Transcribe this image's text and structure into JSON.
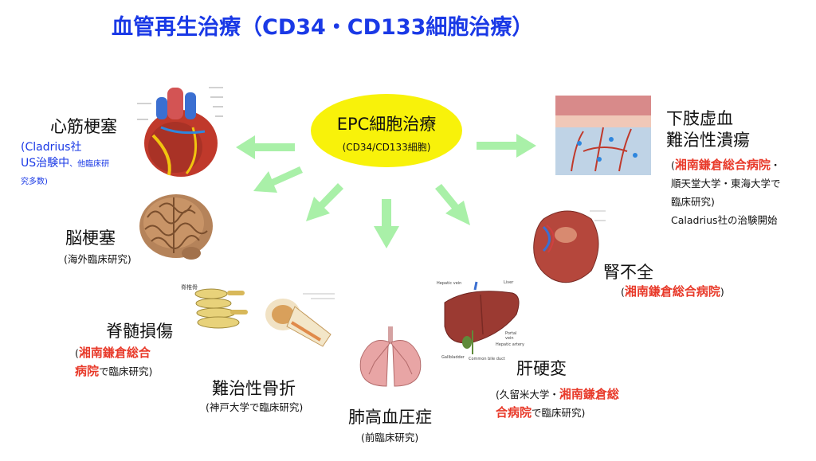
{
  "title": "血管再生治療（CD34・CD133細胞治療）",
  "center": {
    "main": "EPC細胞治療",
    "sub": "(CD34/CD133細胞)"
  },
  "colors": {
    "title": "#1a39e6",
    "center": "#f8f20a",
    "arrow": "#a9f0a8",
    "red": "#e83a2a"
  },
  "nodes": {
    "heart": {
      "name": "心筋梗塞",
      "note_1": "(Cladrius社",
      "note_2": "US治験中",
      "note_2b": "、他臨床研",
      "note_3": "究多数)"
    },
    "brain": {
      "name": "脳梗塞",
      "note": "(海外臨床研究)"
    },
    "spine": {
      "name": "脊髄損傷",
      "image_label": "脊椎骨",
      "note_open": "(",
      "hospital_1": "湘南鎌倉総合",
      "hospital_2": "病院",
      "note_end": "で臨床研究)"
    },
    "bone": {
      "name": "難治性骨折",
      "note": "(神戸大学で臨床研究)"
    },
    "lung": {
      "name": "肺高血圧症",
      "note": "(前臨床研究)"
    },
    "liver": {
      "name": "肝硬変",
      "note_open": "(久留米大学・",
      "hospital_1": "湘南鎌倉総",
      "hospital_2": "合病院",
      "note_end": "で臨床研究)",
      "labels": [
        "Hepatic vein",
        "Liver",
        "Portal vein",
        "Hepatic artery",
        "Gallbladder",
        "Common bile duct"
      ]
    },
    "kidney": {
      "name": "腎不全",
      "note_open": "(",
      "hospital": "湘南鎌倉総合病院",
      "note_close": ")"
    },
    "ulcer": {
      "name_1": "下肢虚血",
      "name_2": "難治性潰瘍",
      "note_open": "(",
      "hospital": "湘南鎌倉総合病院",
      "note_a": "・",
      "note_2": "順天堂大学・東海大学で",
      "note_3": "臨床研究)",
      "note_4": "Caladrius社の治験開始"
    }
  }
}
